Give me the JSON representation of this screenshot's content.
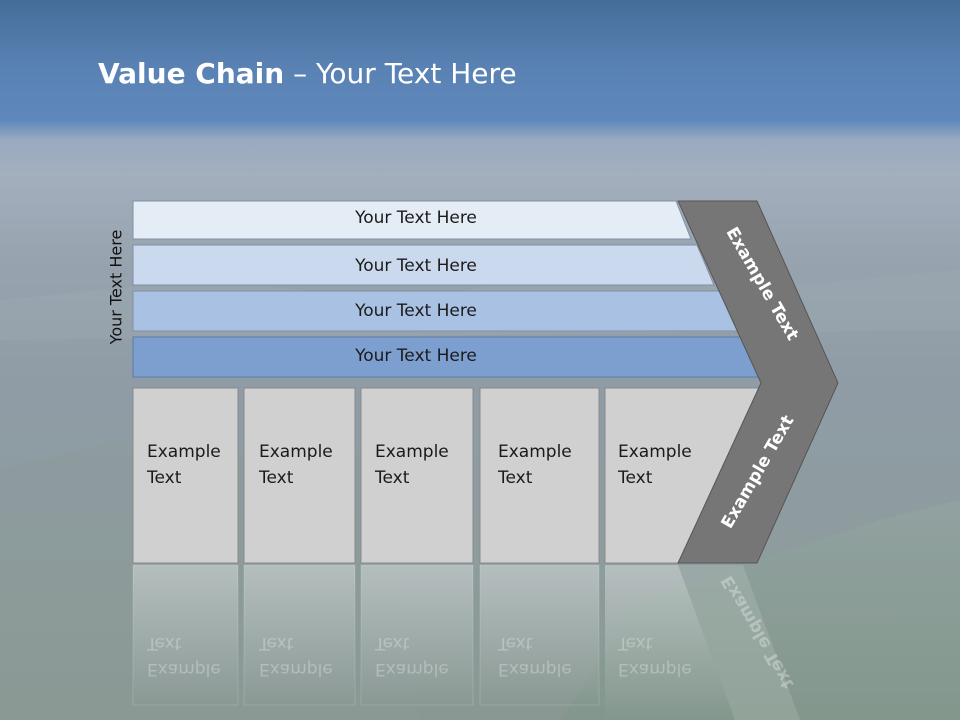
{
  "slide": {
    "title_bold": "Value Chain",
    "title_rest": " – Your Text Here",
    "side_label": "Your Text Here"
  },
  "bars": [
    {
      "label": "Your Text Here",
      "color": "#e4ecf6"
    },
    {
      "label": "Your Text Here",
      "color": "#cad9ee"
    },
    {
      "label": "Your Text Here",
      "color": "#a9c2e3"
    },
    {
      "label": "Your Text Here",
      "color": "#7c9fd0"
    }
  ],
  "columns": [
    {
      "line1": "Example",
      "line2": "Text"
    },
    {
      "line1": "Example",
      "line2": "Text"
    },
    {
      "line1": "Example",
      "line2": "Text"
    },
    {
      "line1": "Example",
      "line2": "Text"
    },
    {
      "line1": "Example",
      "line2": "Text"
    }
  ],
  "chevron": {
    "top_label": "Example Text",
    "bottom_label": "Example Text",
    "color": "#767676"
  },
  "colors": {
    "column_fill": "#d0d0d0",
    "title": "#ffffff"
  }
}
